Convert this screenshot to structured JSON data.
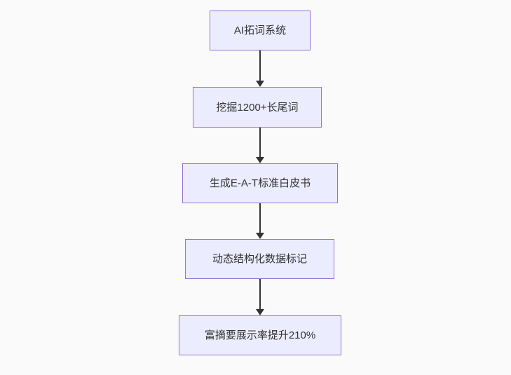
{
  "diagram": {
    "type": "flowchart",
    "direction": "top-down",
    "nodes": [
      {
        "id": "step-1",
        "label": "AI拓词系统"
      },
      {
        "id": "step-2",
        "label": "挖掘1200+长尾词"
      },
      {
        "id": "step-3",
        "label": "生成E-A-T标准白皮书"
      },
      {
        "id": "step-4",
        "label": "动态结构化数据标记"
      },
      {
        "id": "step-5",
        "label": "富摘要展示率提升210%"
      }
    ],
    "edges": [
      {
        "from": "step-1",
        "to": "step-2"
      },
      {
        "from": "step-2",
        "to": "step-3"
      },
      {
        "from": "step-3",
        "to": "step-4"
      },
      {
        "from": "step-4",
        "to": "step-5"
      }
    ],
    "colors": {
      "node_fill": "#ECECFF",
      "node_border": "#9370DB",
      "text": "#333333",
      "arrow": "#333333",
      "background": "#fafafa"
    }
  }
}
